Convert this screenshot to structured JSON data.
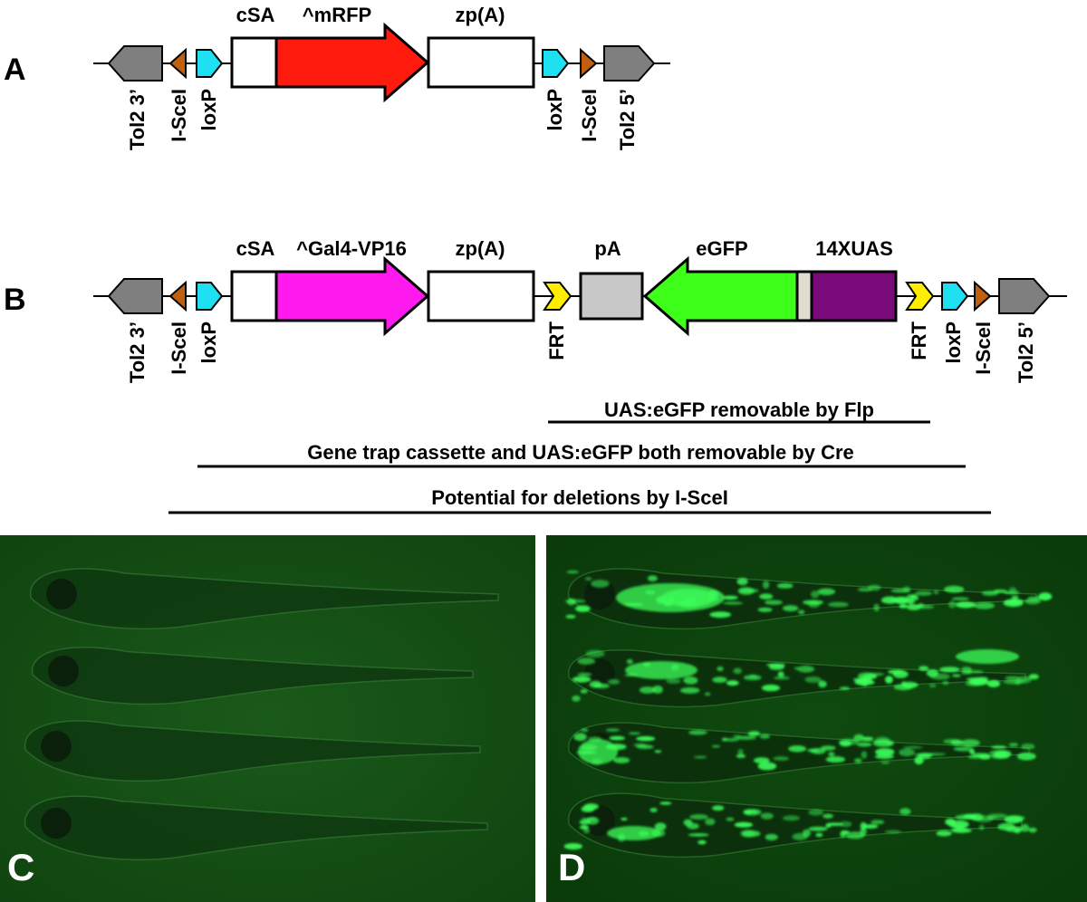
{
  "panels": {
    "A": {
      "letter": "A",
      "top_labels": [
        "cSA",
        "^mRFP",
        "zp(A)"
      ],
      "bottom_labels": [
        "Tol2 3’",
        "I-SceI",
        "loxP",
        "loxP",
        "I-SceI",
        "Tol2 5’"
      ]
    },
    "B": {
      "letter": "B",
      "top_labels": [
        "cSA",
        "^Gal4-VP16",
        "zp(A)",
        "pA",
        "eGFP",
        "14XUAS"
      ],
      "bottom_labels": [
        "Tol2 3’",
        "I-SceI",
        "loxP",
        "FRT",
        "FRT",
        "loxP",
        "I-SceI",
        "Tol2 5’"
      ],
      "brackets": [
        "UAS:eGFP removable by Flp",
        "Gene trap cassette and UAS:eGFP both removable by Cre",
        "Potential for deletions by I-SceI"
      ]
    },
    "C": {
      "letter": "C"
    },
    "D": {
      "letter": "D"
    }
  },
  "colors": {
    "tol2": "#7f7f7f",
    "isce": "#c0600e",
    "loxp": "#1ee0f0",
    "mrfp": "#ff1a0e",
    "gal4": "#ff1af0",
    "frt": "#ffee00",
    "pa": "#c8c8c8",
    "egfp": "#3dff1a",
    "uas": "#7a0a7a",
    "spacer": "#e0ddd0",
    "photo_bg": "#0f4a0f",
    "gfp_signal": "#3cff5a"
  }
}
